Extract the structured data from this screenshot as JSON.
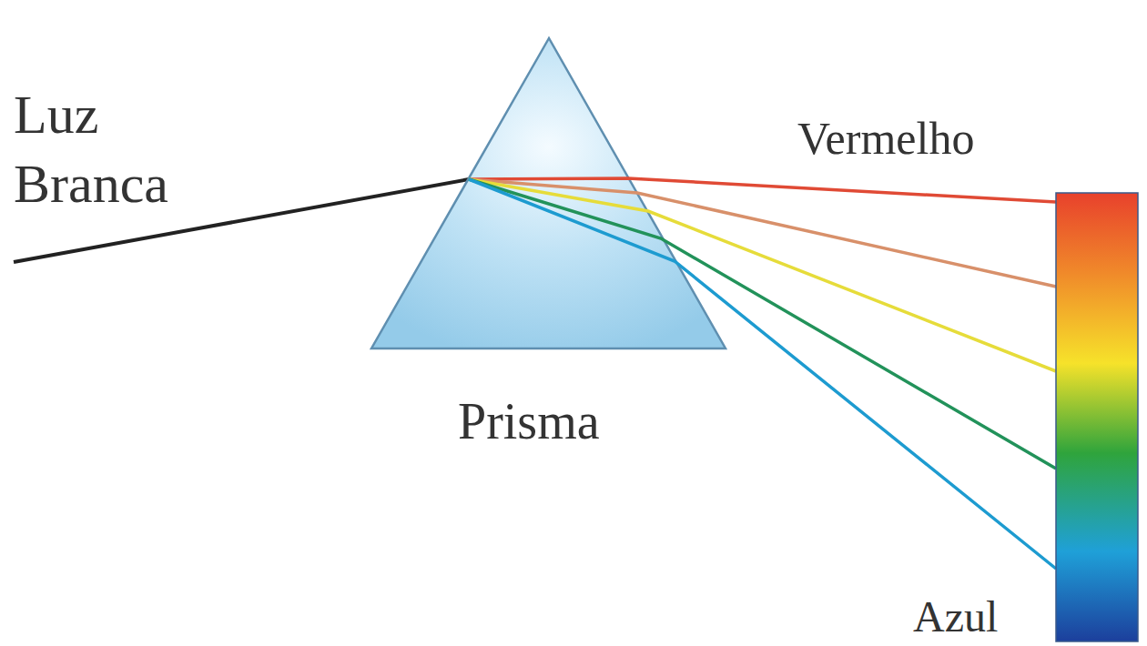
{
  "diagram": {
    "labels": [
      "Luz Branca",
      "Vermelho",
      "Prisma",
      "Azul"
    ]
  }
}
